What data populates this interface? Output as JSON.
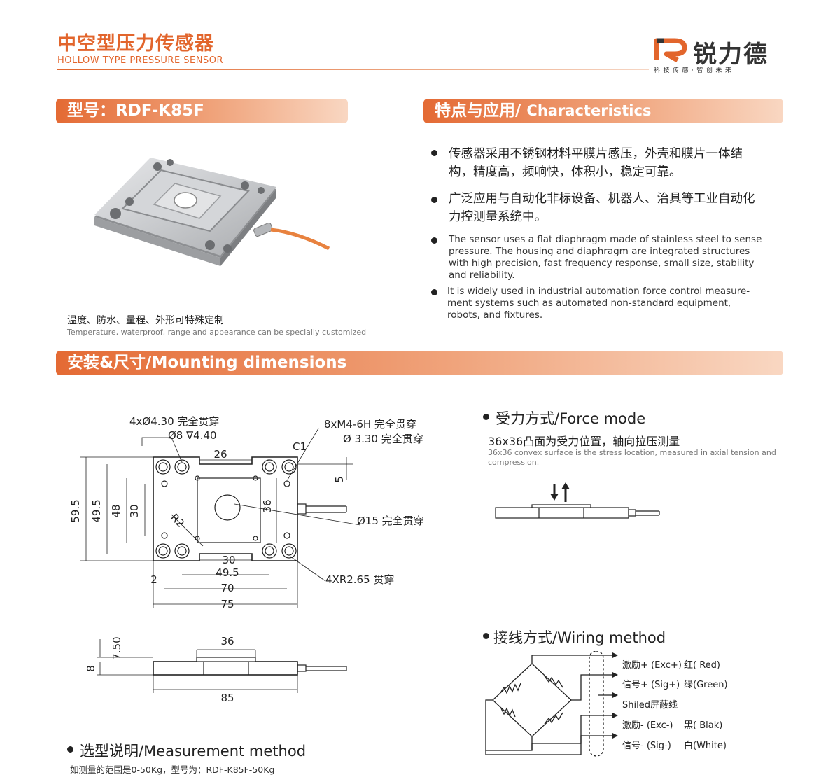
{
  "header": {
    "title_cn": "中空型压力传感器",
    "title_en": "HOLLOW TYPE PRESSURE SENSOR",
    "logo_text": "锐力德",
    "logo_slogan": "科技传感·智创未来"
  },
  "model_bar": {
    "label": "型号：RDF-K85F"
  },
  "features_bar": {
    "cn": "特点与应用/ ",
    "en": "Characteristics"
  },
  "product_photo": {
    "caption_cn": "温度、防水、量程、外形可特殊定制",
    "caption_en": "Temperature, waterproof, range and appearance can be specially customized"
  },
  "features": {
    "cn": [
      "传感器采用不锈钢材料平膜片感压，外壳和膜片一体结构，精度高，频响快，体积小，稳定可靠。",
      "广泛应用与自动化非标设备、机器人、治具等工业自动化力控测量系统中。"
    ],
    "en": [
      "The sensor uses a flat diaphragm made of stainless steel to sense pressure. The housing and diaphragm are integrated structures with high precision, fast frequency response, small size, stability and reliability.",
      "It is widely used in industrial automation force control measure-ment systems such as automated non-standard equipment, robots, and fixtures."
    ]
  },
  "mounting_bar": {
    "label": "安装&尺寸/Mounting dimensions"
  },
  "drawing": {
    "holes_note_1": "4xØ4.30 完全贯穿",
    "holes_note_2": "Ø8 ∇4.40",
    "thread_note_1": "8xM4-6H 完全贯穿",
    "thread_note_2": "Ø 3.30 完全贯穿",
    "chamfer": "C1",
    "center_hole": "Ø15 完全贯穿",
    "corner_radius": "4XR2.65 贯穿",
    "radius_r2": "R2",
    "dims": {
      "top_slot": "26",
      "offset": "5",
      "height_outer": "59.5",
      "height_mid": "49.5",
      "height_inner": "48",
      "height_pcd": "30",
      "boss": "36",
      "bot_slot": "30",
      "w_49_5": "49.5",
      "w_70": "70",
      "w_75": "75",
      "gap": "2",
      "side_total": "7.50",
      "side_thick": "8",
      "side_boss": "36",
      "side_len": "85"
    }
  },
  "force_mode": {
    "heading": "受力方式/Force mode",
    "desc_cn": "36x36凸面为受力位置，轴向拉压测量",
    "desc_en": "36x36 convex surface is the stress location, measured in axial tension and compression."
  },
  "wiring": {
    "heading": "接线方式/Wiring method",
    "lines": [
      {
        "label": "激励+ (Exc+)",
        "color_name": "红( Red)",
        "color": "#222222"
      },
      {
        "label": "信号+ (Sig+)",
        "color_name": "绿(Green)",
        "color": "#222222"
      },
      {
        "label": "Shiled屏蔽线",
        "color_name": "",
        "color": "#222222"
      },
      {
        "label": "激励-  (Exc-)",
        "color_name": "黑( Blak)",
        "color": "#222222"
      },
      {
        "label": "信号-  (Sig-)",
        "color_name": "白(White)",
        "color": "#222222"
      }
    ]
  },
  "measurement": {
    "heading": "选型说明/Measurement method",
    "desc": "如测量的范围是0-50Kg，型号为：RDF-K85F-50Kg"
  },
  "colors": {
    "accent": "#e2652c",
    "cable": "#e8823f"
  }
}
